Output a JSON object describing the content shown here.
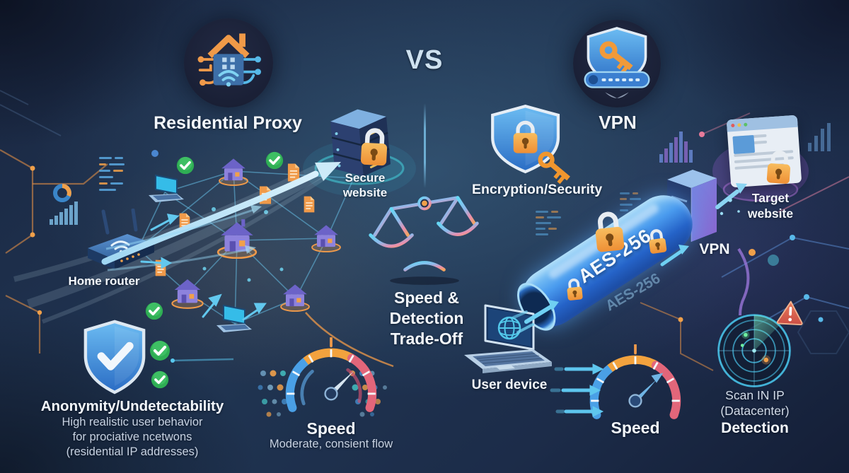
{
  "header": {
    "left_title": "Residential Proxy",
    "vs": "VS",
    "right_title": "VPN"
  },
  "left": {
    "secure_website_line1": "Secure",
    "secure_website_line2": "website",
    "home_router": "Home router",
    "anonymity_title": "Anonymity/Undetectability",
    "anonymity_line1": "High realistic user behavior",
    "anonymity_line2": "for prociative ncetwons",
    "anonymity_line3": "(residential IP addresses)",
    "speed_title": "Speed",
    "speed_subtitle": "Moderate, consient flow"
  },
  "center": {
    "tradeoff_line1": "Speed & Detection",
    "tradeoff_line2": "Trade-Off"
  },
  "right": {
    "encryption_label": "Encryption/Security",
    "tunnel_label": "AES-256",
    "tunnel_label_shadow": "AES-256",
    "vpn_server_label": "VPN",
    "target_line1": "Target",
    "target_line2": "website",
    "user_device": "User device",
    "speed_title": "Speed",
    "detection_line1": "Scan IN IP",
    "detection_line2": "(Datacenter)",
    "detection_title": "Detection"
  },
  "colors": {
    "background": "#1c2c49",
    "accent_cyan": "#6ed0f7",
    "accent_blue": "#3f8fdc",
    "accent_orange": "#f09a4a",
    "accent_green": "#35b55a",
    "accent_red": "#e2667a",
    "accent_purple": "#8b7fd6",
    "text_primary": "#f3f7fc",
    "text_secondary": "#c7d2e2"
  }
}
